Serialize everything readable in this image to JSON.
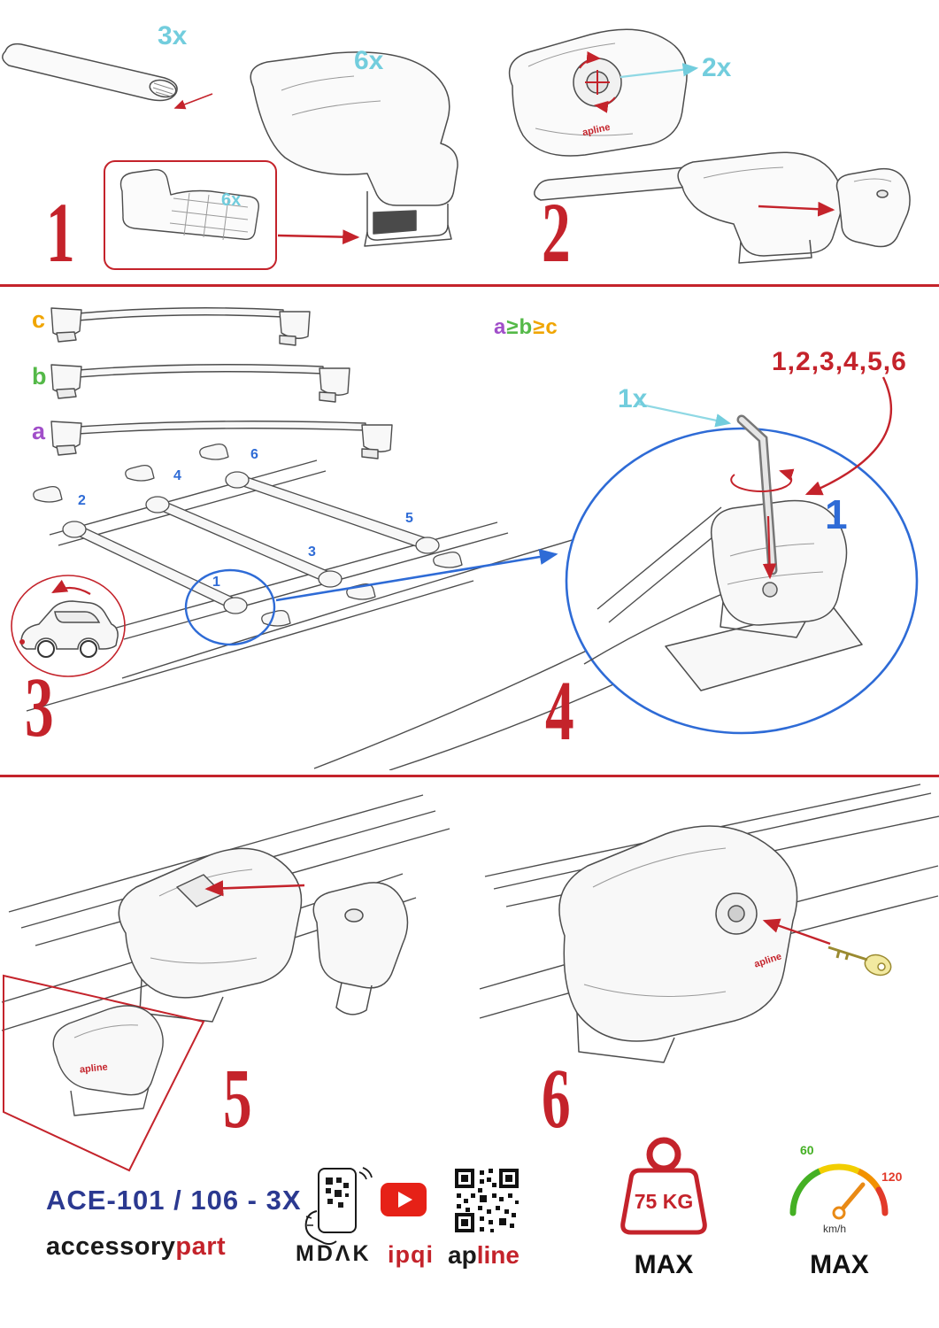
{
  "palette": {
    "red": "#c4232b",
    "cyan": "#72cddd",
    "blue": "#2e6bd6",
    "navy": "#2b3990",
    "purple": "#a14fc9",
    "green": "#54b948",
    "orange": "#f0a500"
  },
  "step1": {
    "num": "1",
    "qty_bar": "3x",
    "qty_foot": "6x",
    "qty_pad": "6x"
  },
  "step2": {
    "num": "2",
    "qty": "2x",
    "brand": "apline"
  },
  "step3": {
    "num": "3",
    "label_a": "a",
    "label_b": "b",
    "label_c": "c",
    "rule_a": "a",
    "rule_ge1": "≥",
    "rule_b": "b",
    "rule_ge2": "≥",
    "rule_c": "c",
    "pos1": "1",
    "pos2": "2",
    "pos3": "3",
    "pos4": "4",
    "pos5": "5",
    "pos6": "6"
  },
  "step4": {
    "num": "4",
    "qty": "1x",
    "sequence": "1,2,3,4,5,6",
    "first": "1"
  },
  "step5": {
    "num": "5",
    "brand": "apline"
  },
  "step6": {
    "num": "6",
    "brand": "apline"
  },
  "footer": {
    "model": "ACE-101 / 106 - 3X",
    "brand_accessory": "accessory",
    "brand_part": "part",
    "brand_mdak": "MDΛK",
    "brand_ipqi": "ipqi",
    "brand_ap": "ap",
    "brand_line": "line",
    "weight_value": "75 KG",
    "weight_max": "MAX",
    "speed_low": "60",
    "speed_high": "120",
    "speed_unit": "km/h",
    "speed_max": "MAX"
  }
}
